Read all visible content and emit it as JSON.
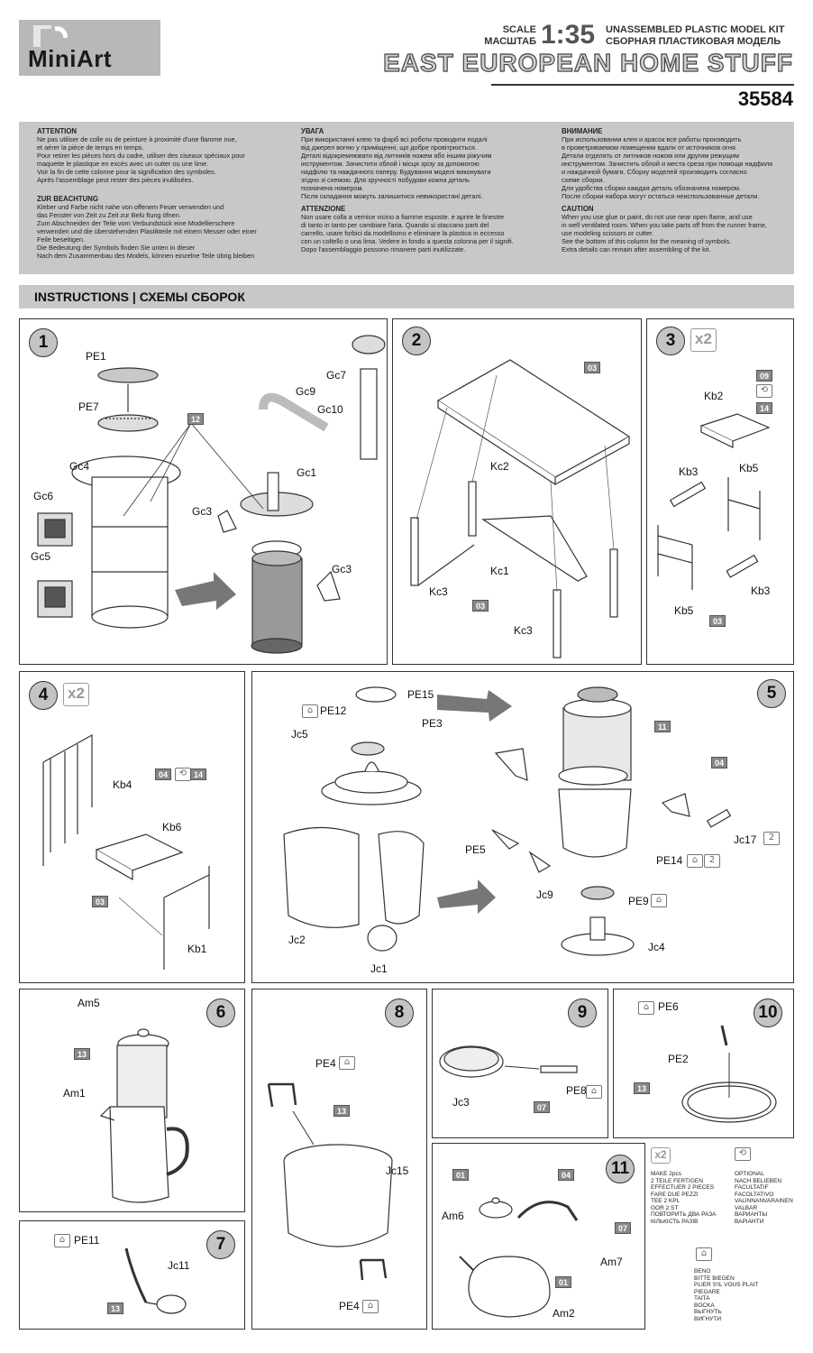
{
  "header": {
    "logo": "MiniArt",
    "scale_label_en": "SCALE",
    "scale_label_ru": "МАСШТАБ",
    "scale_value": "1:35",
    "kit_type_en": "UNASSEMBLED PLASTIC MODEL KIT",
    "kit_type_ru": "СБОРНАЯ ПЛАСТИКОВАЯ МОДЕЛЬ",
    "title": "EAST EUROPEAN HOME STUFF",
    "kit_number": "35584"
  },
  "warnings": {
    "fr_title": "ATTENTION",
    "fr_text": [
      "Ne pas utiliser de colle ou de peinture à proximité d'une flamme nue,",
      "et aérer la pièce de temps en temps.",
      "Pour retirer les pièces hors du cadre, utiliser des ciseaux spéciaux pour",
      "maquette le plastique en excès avec un cutter ou une lime.",
      "Voir la fin de cette colonne pour la signification des symboles.",
      "Après l'assemblage peut rester des pièces inutilisées."
    ],
    "de_title": "ZUR BEACHTUNG",
    "de_text": [
      "Kleber und Farbe nicht nahe von offenem Feuer verwenden und",
      "das Fenster von Zeit zu Zeit zur Belü ftung öfnen.",
      "Zum Abschneiden der Teile vom Verbundstück eine Modellierschere",
      "verwenden und die überstehenden Plastikteile mit einem Messer oder einer",
      "Feile beseitigen.",
      "Die Bedeutung der Symbols finden Sie unten in dieser",
      "Nach dem Zusammenbau des Models, können einzelne Teile übrig bleiben"
    ],
    "ua_title": "УВАГА",
    "ua_text": [
      "При використанні клею та фарб всі роботи проводити подалі",
      "від джерел вогню у приміщенні, що добре провітрюється.",
      "Деталі відокремлювати від литників ножем або іншим ріжучим",
      "інструментом. Зачистити облой і місця зрізу за допомогою",
      "надфілю та наждачного паперу. Будування моделі виконувати",
      "згідно зі схемою. Для зручності побудови кожна деталь",
      "позначена номером.",
      "Після складання можуть залишитися невикористані деталі."
    ],
    "it_title": "ATTENZIONE",
    "it_text": [
      "Non usare colla a vernice vicino a fiamme esposte. e aprire le finestre",
      "di tanto in tanto per cambiare l'aria. Quando si staccano parti del",
      "carrello, usare forbici da modellismo e eliminare la plastica in eccesso",
      "con un coltello o una lima. Vedere in fondo a questa colonna  per il signifi.",
      "Dopo l'assemblaggio possono rimanere parti inutilizzate."
    ],
    "ru_title": "ВНИМАНИЕ",
    "ru_text": [
      "При использовании клея и красок все работы производить",
      "в проветриваемом помещении вдали от источников огня.",
      "Детали отделять от литников ножом или другим режущим",
      "инструментом. Зачистить облой и места среза при помощи надфиля",
      "и наждачной бумаги. Сборку моделей производить согласно",
      "схеме сборки.",
      "Для удобства сборки каждая деталь обозначена номером.",
      "После сборки набора могут остаться неиспользованные детали."
    ],
    "en_title": "CAUTION",
    "en_text": [
      "When you use glue or paint, do not use near open flame, and use",
      "in well ventilated room. When you take parts off from the runner frame,",
      "use modeling scissors or cutter.",
      "See the bottom of this column for the meaning of symbols.",
      "Extra details can remain after assembling of the kit."
    ]
  },
  "instructions_bar": "INSTRUCTIONS | СХЕМЫ СБОРОК",
  "steps": {
    "s1": {
      "num": "1",
      "labels": [
        "PE1",
        "PE7",
        "12",
        "Gc4",
        "Gc6",
        "Gc5",
        "Gc7",
        "Gc9",
        "Gc10",
        "Gc1",
        "Gc3",
        "Gc3"
      ]
    },
    "s2": {
      "num": "2",
      "labels": [
        "03",
        "Kc2",
        "Kc1",
        "Kc3",
        "Kc3",
        "03"
      ]
    },
    "s3": {
      "num": "3",
      "mult": "x2",
      "labels": [
        "09",
        "14",
        "Kb2",
        "Kb3",
        "Kb5",
        "Kb3",
        "Kb5",
        "03"
      ]
    },
    "s4": {
      "num": "4",
      "mult": "x2",
      "labels": [
        "Kb4",
        "04",
        "14",
        "Kb6",
        "03",
        "Kb1"
      ]
    },
    "s5": {
      "num": "5",
      "labels": [
        "PE15",
        "PE12",
        "PE3",
        "Jc5",
        "11",
        "04",
        "Jc17",
        "PE14",
        "PE5",
        "Jc9",
        "PE9",
        "Jc4",
        "Jc2",
        "Jc1"
      ]
    },
    "s6": {
      "num": "6",
      "labels": [
        "Am5",
        "13",
        "Am1"
      ]
    },
    "s7": {
      "num": "7",
      "labels": [
        "PE11",
        "Jc11",
        "13"
      ]
    },
    "s8": {
      "num": "8",
      "labels": [
        "PE4",
        "13",
        "Jc15",
        "PE4"
      ]
    },
    "s9": {
      "num": "9",
      "labels": [
        "Jc3",
        "07",
        "PE8"
      ]
    },
    "s10": {
      "num": "10",
      "labels": [
        "PE6",
        "PE2",
        "13"
      ]
    },
    "s11": {
      "num": "11",
      "labels": [
        "01",
        "04",
        "Am6",
        "07",
        "Am7",
        "01",
        "Am2"
      ]
    }
  },
  "legend": {
    "make2_icon": "x2",
    "make2": [
      "MAKE 2pcs",
      "2 TEILE FERTIGEN",
      "EFFECTUER 2 PIECES",
      "FARE DUE PEZZI",
      "TEE 2 KPL",
      "GOR 2 ST",
      "ПОВТОРИТЬ ДВА РАЗА",
      "КІЛЬКІСТЬ РАЗІВ"
    ],
    "optional": [
      "OPTIONAL",
      "NACH BELIEBEN",
      "FACULTATIF",
      "FACOLTATIVO",
      "VALINNANVARAINEN",
      "VALBAR",
      "ВАРИАНТЫ",
      "ВАРІАНТИ"
    ],
    "bend": [
      "BENO",
      "BITTE BIEGEN",
      "PLIER S'IL VOUS PLAIT",
      "PIEGARE",
      "TAITA",
      "BOCKA",
      "ВЫГНУТЬ",
      "ВИГНУТИ"
    ]
  }
}
